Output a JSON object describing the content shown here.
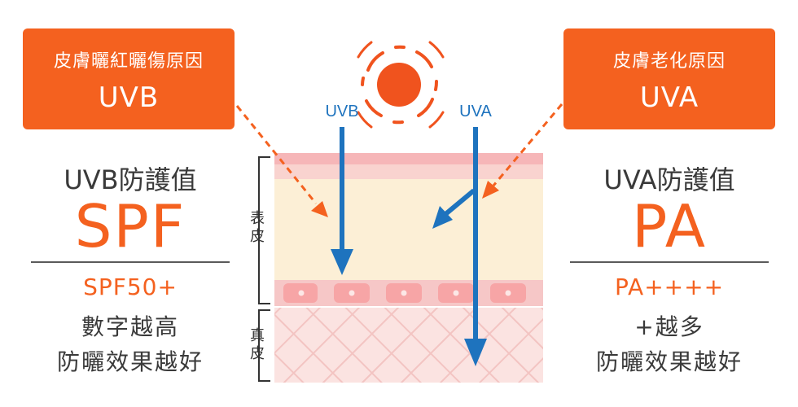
{
  "uvb_tag": {
    "subtitle": "皮膚曬紅曬傷原因",
    "title": "UVB"
  },
  "uva_tag": {
    "subtitle": "皮膚老化原因",
    "title": "UVA"
  },
  "uvb_block": {
    "heading": "UVB防護值",
    "index": "SPF",
    "level": "SPF50+",
    "note_line1": "數字越高",
    "note_line2": "防曬效果越好"
  },
  "uva_block": {
    "heading": "UVA防護值",
    "index": "PA",
    "level": "PA++++",
    "note_line1": "+越多",
    "note_line2": "防曬效果越好"
  },
  "diagram": {
    "uvb_ray_label": "UVB",
    "uva_ray_label": "UVA",
    "epidermis_label": "表\n皮",
    "dermis_label": "真\n皮"
  },
  "colors": {
    "accent": "#f4611f",
    "ray": "#1e73be",
    "sun": "#f0531e",
    "epidermis": "#fcefd6",
    "skin_top": "#f6b6b8",
    "dermis": "#fbe3e1"
  }
}
